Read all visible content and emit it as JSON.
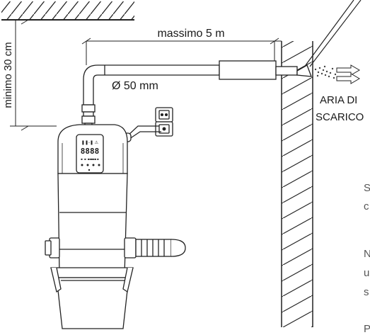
{
  "labels": {
    "max_distance": "massimo 5 m",
    "min_height": "minimo 30 cm",
    "diameter": "Ø 50 mm",
    "exhaust_line1": "ARIA DI",
    "exhaust_line2": "SCARICO"
  },
  "display": {
    "digits": "8888",
    "top_symbols": "❚❚-❚ ⚠",
    "small_text": "■· ■· ■■■■■ ■"
  },
  "side_text": {
    "line1": "S",
    "line2": "c",
    "line3": "N",
    "line4": "u",
    "line5": "s",
    "line6": "P"
  }
}
